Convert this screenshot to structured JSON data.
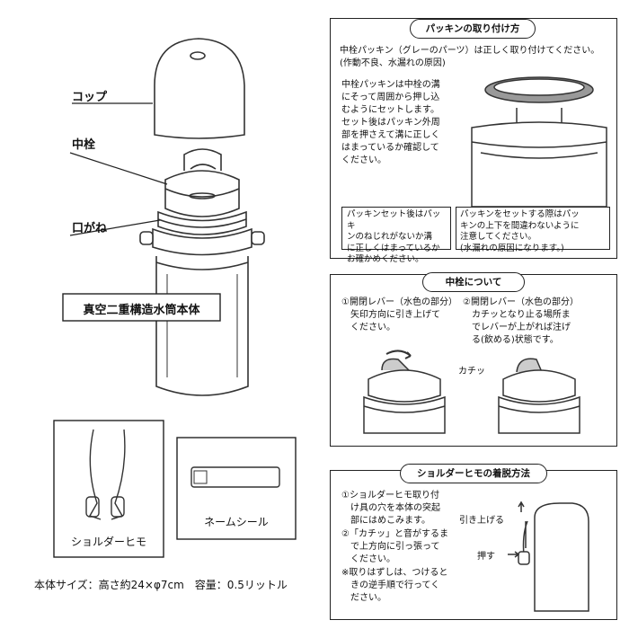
{
  "left": {
    "cup_label": "コップ",
    "inner_plug_label": "中栓",
    "mouth_label": "口がね",
    "body_label": "真空二重構造水筒本体",
    "strap_label": "ショルダーヒモ",
    "name_seal_label": "ネームシール",
    "spec_text": "本体サイズ：高さ約24×φ7cm　容量：0.5リットル"
  },
  "packing": {
    "title": "パッキンの取り付け方",
    "intro": "中栓パッキン（グレーのパーツ）は正しく取り付けてください。(作動不良、水漏れの原因)",
    "body": "中栓パッキンは中栓の溝\nにそって周囲から押し込\nむようにセットします。\nセット後はパッキン外周\n部を押さえて溝に正しく\nはまっているか確認して\nください。",
    "note_left": "パッキンセット後はパッキ\nンのねじれがないか溝\nに正しくはまっているか\nお確かめください。",
    "note_right": "パッキンをセットする際はパッ\nキンの上下を間違わないように\n注意してください。\n(水漏れの原因になります。)"
  },
  "plug": {
    "title": "中栓について",
    "step1": "①開閉レバー（水色の部分）\n　矢印方向に引き上げて\n　ください。",
    "step2": "②開閉レバー（水色の部分）\n　カチッとなり止る場所ま\n　でレバーが上がれば注げ\n　る(飲める)状態です。",
    "click_label": "カチッ"
  },
  "strap": {
    "title": "ショルダーヒモの着脱方法",
    "step1": "①ショルダーヒモ取り付\n　け具の穴を本体の突起\n　部にはめこみます。",
    "step2": "②「カチッ」と音がするま\n　で上方向に引っ張って\n　ください。",
    "note": "※取りはずしは、つけると\n　きの逆手順で行ってく\n　ださい。",
    "pull_label": "引き上げる",
    "push_label": "押す"
  }
}
